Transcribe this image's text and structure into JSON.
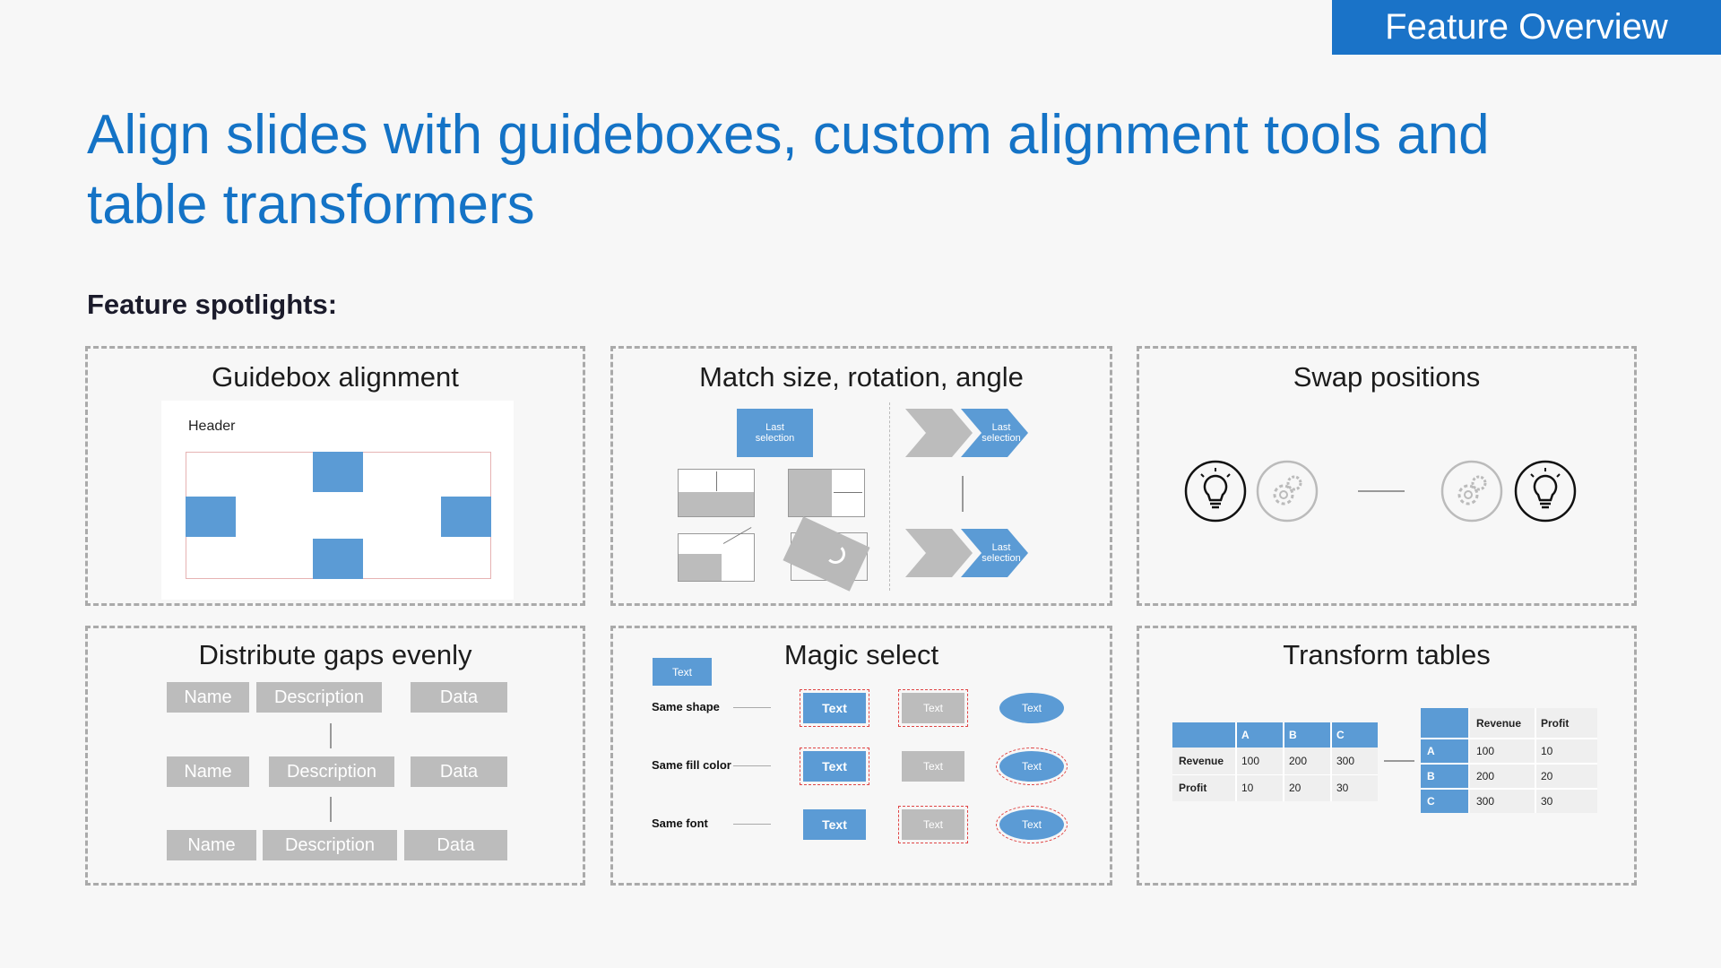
{
  "header": {
    "badge": "Feature Overview"
  },
  "title": "Align slides with guideboxes, custom alignment tools and table transformers",
  "subtitle": "Feature spotlights:",
  "colors": {
    "accent": "#1473c6",
    "shape_blue": "#5b9bd5",
    "shape_gray": "#bcbcbc",
    "border": "#aaaaaa",
    "guide": "#e6b3b3"
  },
  "panels": {
    "guidebox": {
      "title": "Guidebox alignment",
      "header_label": "Header"
    },
    "match": {
      "title": "Match size, rotation, angle",
      "last_selection": "Last selection"
    },
    "swap": {
      "title": "Swap positions",
      "icons": [
        "lightbulb-icon",
        "gear-icon"
      ]
    },
    "distribute": {
      "title": "Distribute gaps evenly",
      "rows": [
        [
          "Name",
          "Description",
          "Data"
        ],
        [
          "Name",
          "Description",
          "Data"
        ],
        [
          "Name",
          "Description",
          "Data"
        ]
      ]
    },
    "magic": {
      "title": "Magic select",
      "sample": "Text",
      "rows": [
        {
          "label": "Same shape",
          "items": [
            "Text",
            "Text",
            "Text"
          ]
        },
        {
          "label": "Same fill color",
          "items": [
            "Text",
            "Text",
            "Text"
          ]
        },
        {
          "label": "Same font",
          "items": [
            "Text",
            "Text",
            "Text"
          ]
        }
      ]
    },
    "tables": {
      "title": "Transform tables",
      "left": {
        "cols": [
          "A",
          "B",
          "C"
        ],
        "rows": [
          {
            "label": "Revenue",
            "values": [
              "100",
              "200",
              "300"
            ]
          },
          {
            "label": "Profit",
            "values": [
              "10",
              "20",
              "30"
            ]
          }
        ]
      },
      "right": {
        "cols": [
          "Revenue",
          "Profit"
        ],
        "rows": [
          {
            "label": "A",
            "values": [
              "100",
              "10"
            ]
          },
          {
            "label": "B",
            "values": [
              "200",
              "20"
            ]
          },
          {
            "label": "C",
            "values": [
              "300",
              "30"
            ]
          }
        ]
      }
    }
  }
}
